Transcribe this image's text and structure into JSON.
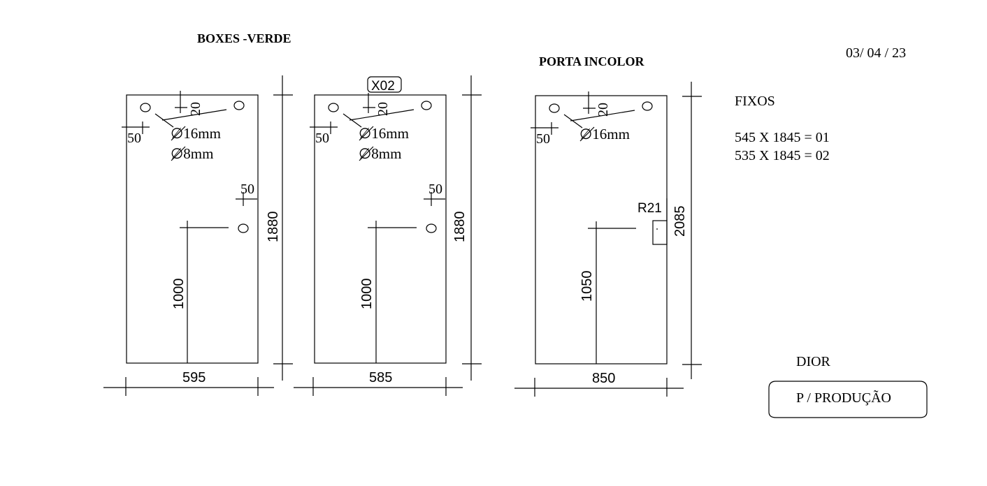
{
  "header": {
    "title_boxes": "BOXES -VERDE",
    "title_porta": "PORTA INCOLOR",
    "date": "03/ 04 / 23"
  },
  "panels": [
    {
      "width_label": "595",
      "height_label": "1880",
      "handle_height_label": "1000",
      "top_offset_label": "20",
      "side_offset_label": "50",
      "handle_offset_label": "50",
      "hole_large_label": "∅16mm",
      "hole_small_label": "∅8mm"
    },
    {
      "tag": "X02",
      "width_label": "585",
      "height_label": "1880",
      "handle_height_label": "1000",
      "top_offset_label": "20",
      "side_offset_label": "50",
      "handle_offset_label": "50",
      "hole_large_label": "∅16mm",
      "hole_small_label": "∅8mm"
    },
    {
      "width_label": "850",
      "height_label": "2085",
      "handle_height_label": "1050",
      "top_offset_label": "20",
      "side_offset_label": "50",
      "hole_large_label": "∅16mm",
      "radius_label": "R21"
    }
  ],
  "fixos": {
    "heading": "FIXOS",
    "items": [
      "545 X 1845 = 01",
      "535 X 1845 = 02"
    ]
  },
  "client": "DIOR",
  "stamp": "P / PRODUÇÃO"
}
